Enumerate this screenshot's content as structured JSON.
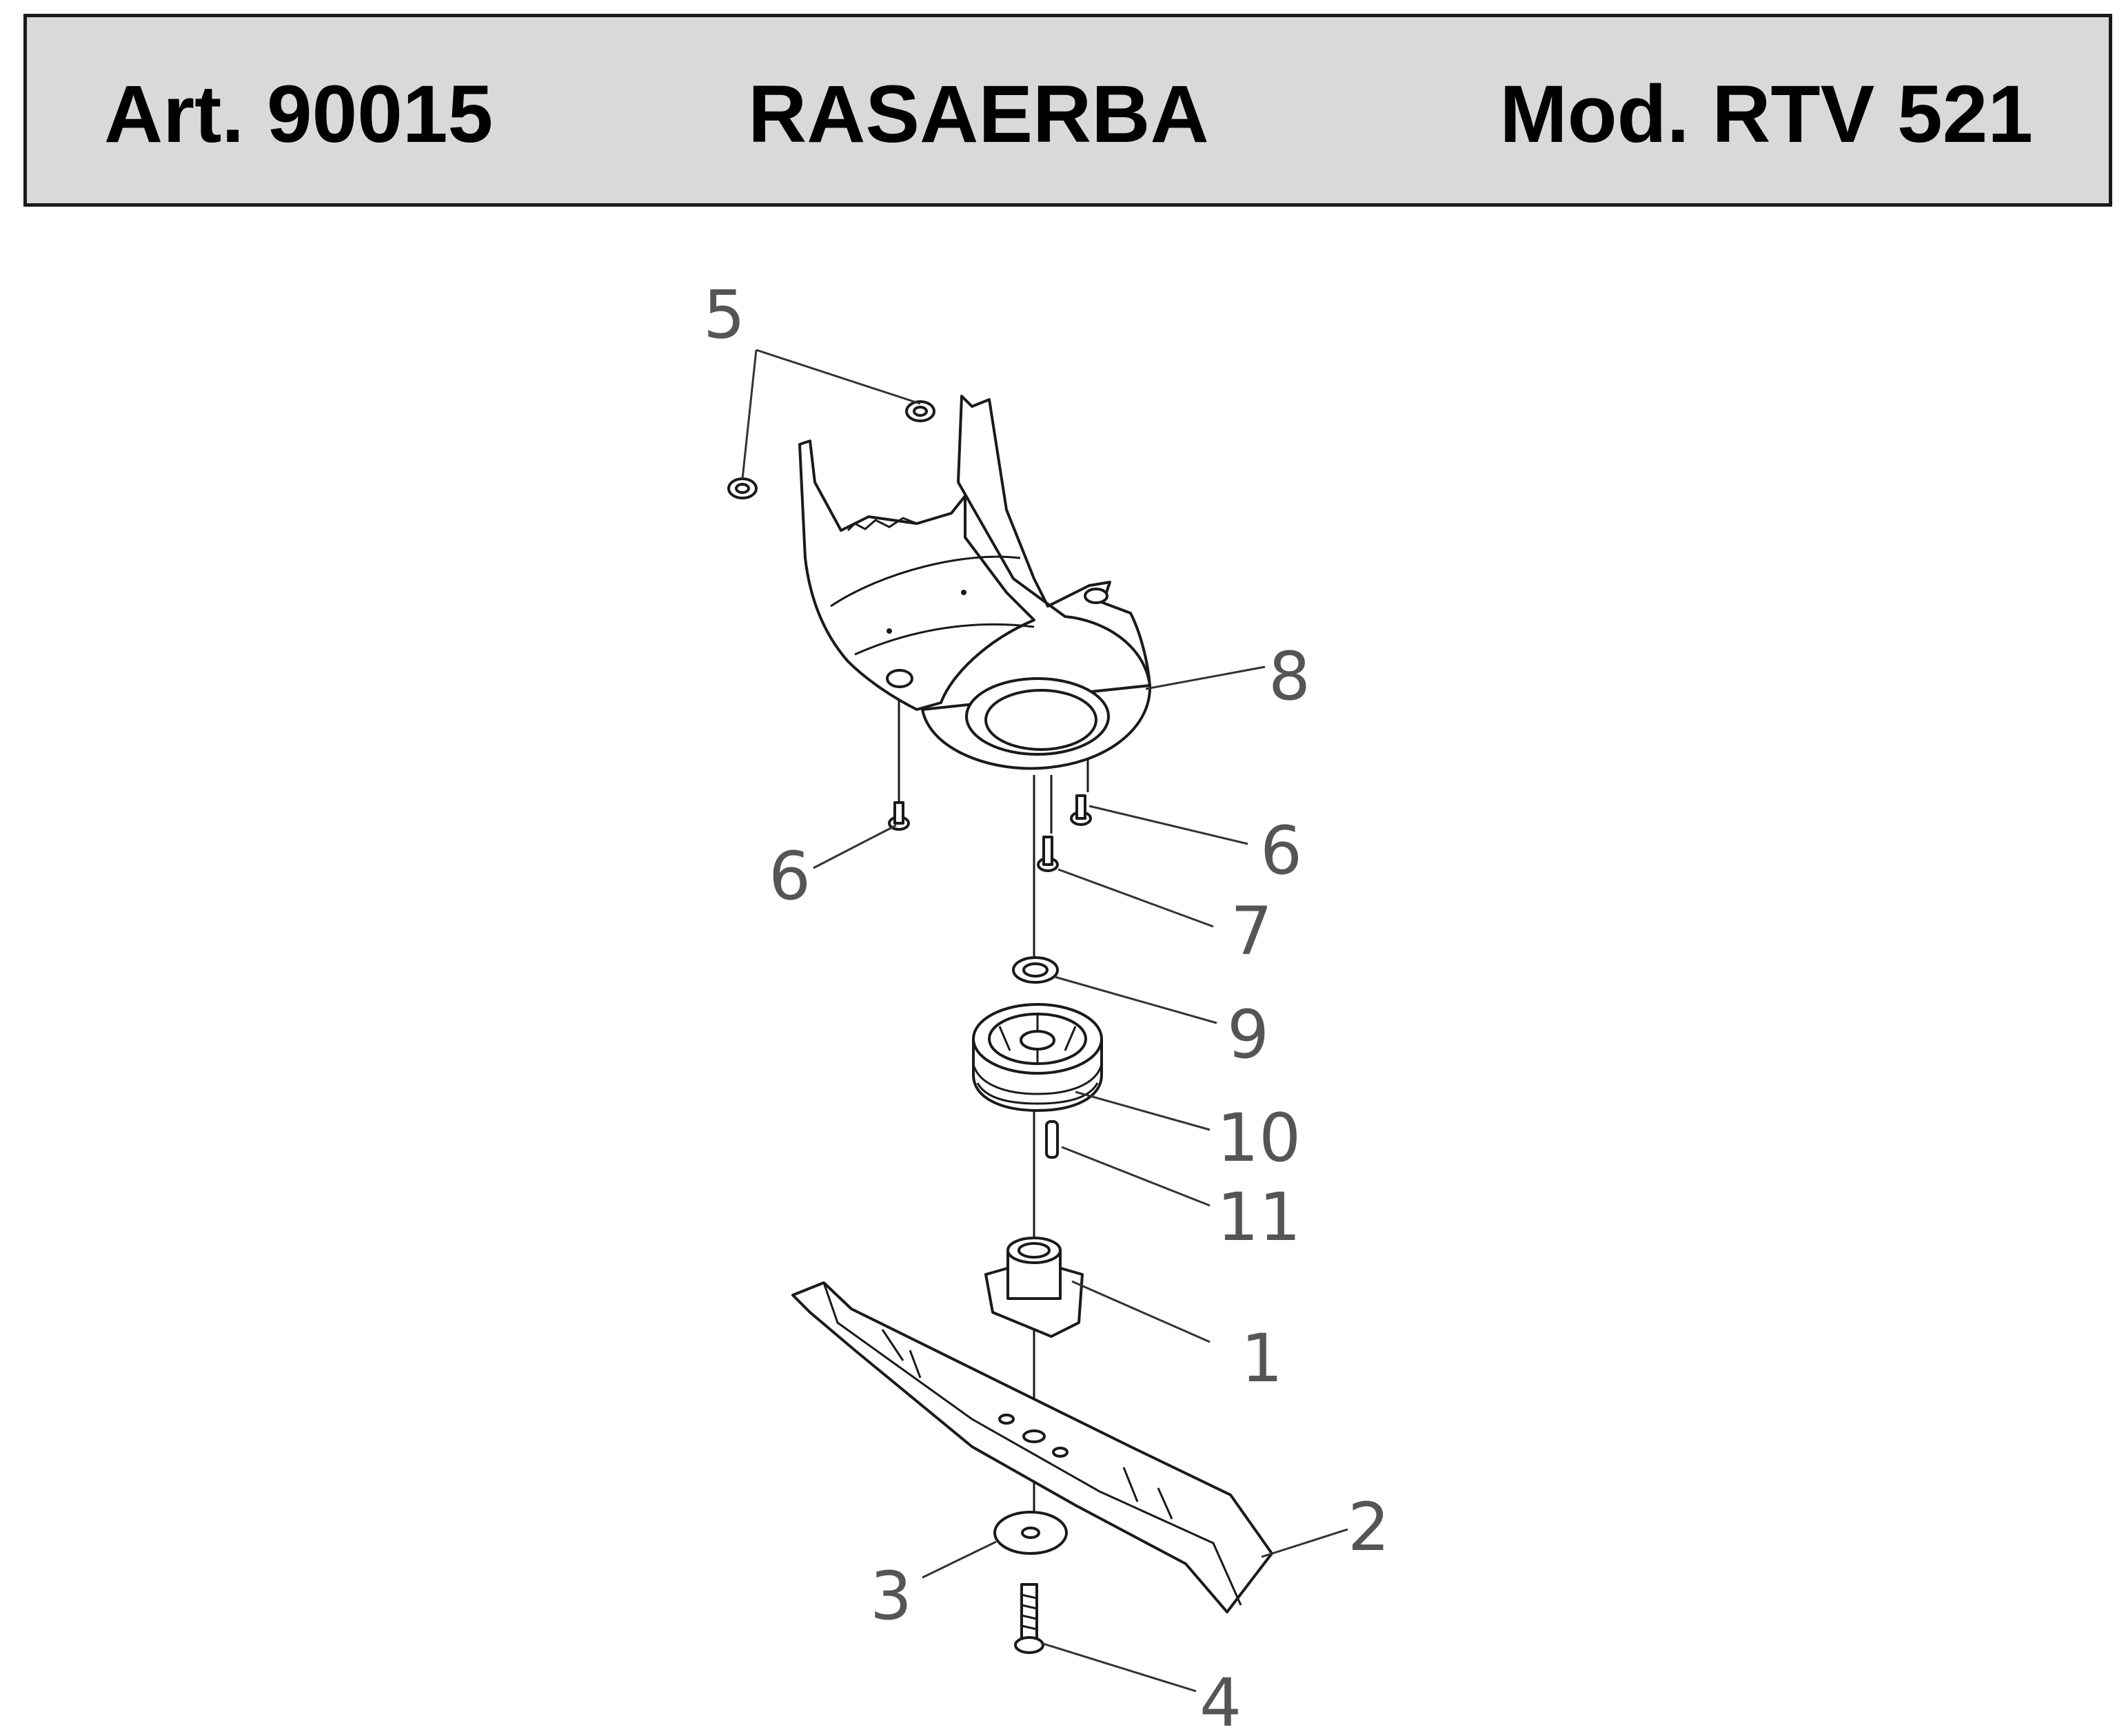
{
  "header": {
    "article": "Art. 90015",
    "title": "RASAERBA",
    "model": "Mod. RTV 521"
  },
  "callouts": {
    "c1": "1",
    "c2": "2",
    "c3": "3",
    "c4": "4",
    "c5": "5",
    "c6a": "6",
    "c6b": "6",
    "c7": "7",
    "c8": "8",
    "c9": "9",
    "c10": "10",
    "c11": "11"
  }
}
